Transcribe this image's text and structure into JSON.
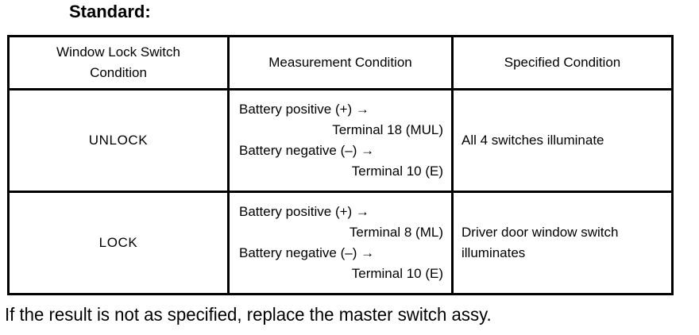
{
  "page": {
    "title": "Standard:",
    "footer_note": "If the result is not as specified, replace the master switch assy."
  },
  "table": {
    "headers": {
      "col1_line1": "Window Lock Switch",
      "col1_line2": "Condition",
      "col2": "Measurement Condition",
      "col3": "Specified Condition"
    },
    "rows": [
      {
        "switch_condition": "UNLOCK",
        "measurement": {
          "line1": "Battery positive (+) →",
          "line2": "Terminal 18 (MUL)",
          "line3": "Battery negative (–) →",
          "line4": "Terminal 10 (E)"
        },
        "specified": {
          "line1": "All 4 switches illuminate",
          "line2": ""
        }
      },
      {
        "switch_condition": "LOCK",
        "measurement": {
          "line1": "Battery positive (+) →",
          "line2": "Terminal 8 (ML)",
          "line3": "Battery negative (–) →",
          "line4": "Terminal 10 (E)"
        },
        "specified": {
          "line1": "Driver door window switch",
          "line2": "illuminates"
        }
      }
    ]
  },
  "colors": {
    "text": "#000000",
    "background": "#ffffff",
    "border": "#000000"
  }
}
